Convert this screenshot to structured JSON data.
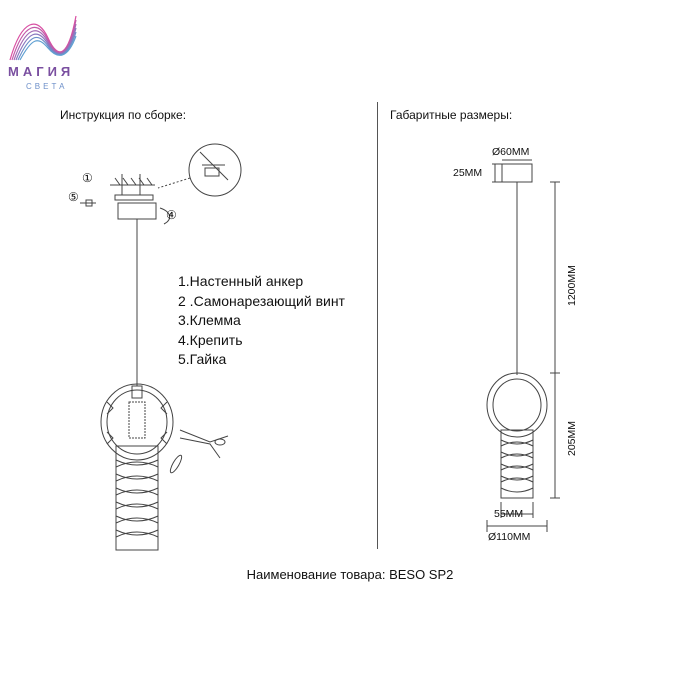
{
  "logo": {
    "brand": "МАГИЯ",
    "sub": "СВЕТА"
  },
  "assembly": {
    "title": "Инструкция по сборке:",
    "callouts": [
      "①",
      "④",
      "⑤"
    ],
    "legend": [
      "1.Настенный анкер",
      "2 .Самонарезающий винт",
      "3.Клемма",
      "4.Крепить",
      "5.Гайка"
    ]
  },
  "dimensions": {
    "title": "Габаритные размеры:",
    "canopy_diameter": "Ø60MM",
    "canopy_height": "25MM",
    "cord_length": "1200MM",
    "shade_height": "205MM",
    "tube_width": "55MM",
    "total_diameter": "Ø110MM"
  },
  "product": {
    "name": "Наименование товара: BESO SP2"
  },
  "colors": {
    "logo_purple": "#7a4fa0",
    "logo_pink": "#d94fa3",
    "logo_blue": "#6d8fc9",
    "line": "#444444"
  }
}
